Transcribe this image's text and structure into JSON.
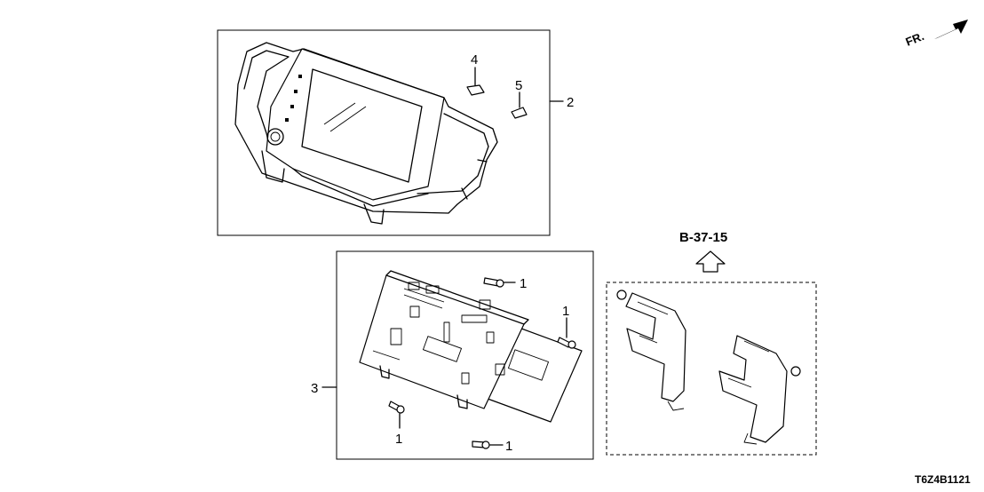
{
  "orientation": {
    "label": "FR."
  },
  "callouts": {
    "c1a": "1",
    "c1b": "1",
    "c1c": "1",
    "c1d": "1",
    "c2": "2",
    "c3": "3",
    "c4": "4",
    "c5": "5"
  },
  "reference": {
    "label": "B-37-15"
  },
  "diagram_code": "T6Z4B1121"
}
